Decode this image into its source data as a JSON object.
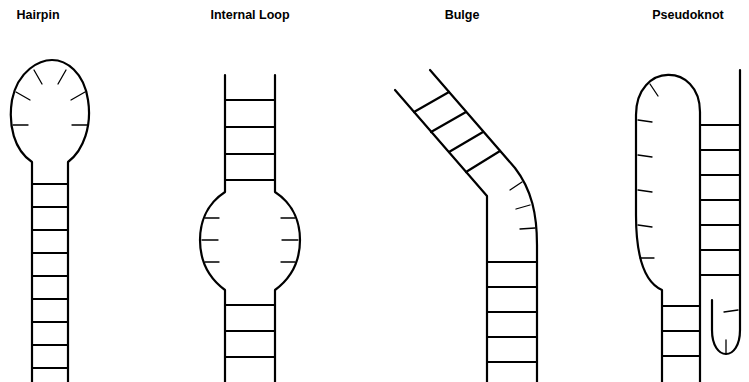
{
  "diagram": {
    "labels": [
      "Hairpin",
      "Internal Loop",
      "Bulge",
      "Pseudoknot"
    ]
  }
}
